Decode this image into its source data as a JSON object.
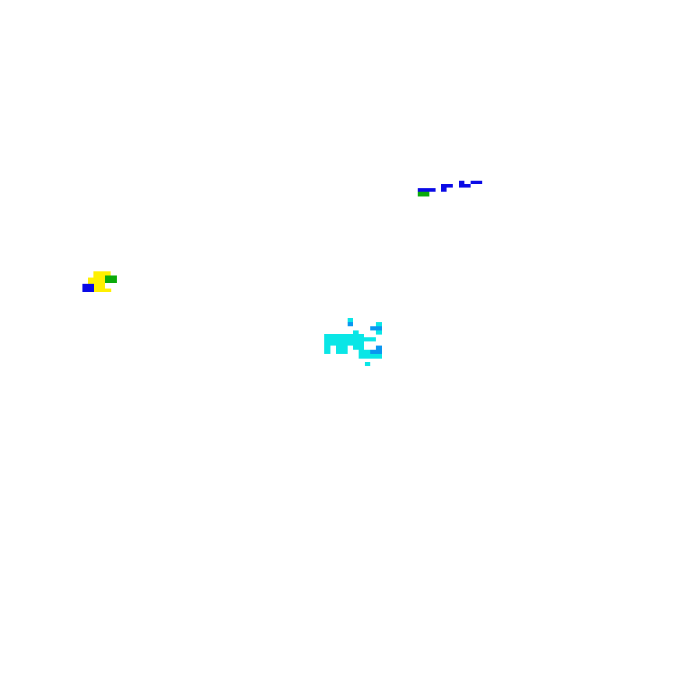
{
  "background_color": "#ffffff",
  "palette": {
    "blue": "#0a0ae6",
    "green": "#0aaa0a",
    "yellow": "#fff000",
    "cyan": "#0ae6e6",
    "azure": "#0a96f0"
  },
  "clusters": [
    {
      "name": "upper-right-blue-green-fragments",
      "colors": [
        "blue",
        "green"
      ]
    },
    {
      "name": "left-yellow-blue-green-blob",
      "colors": [
        "yellow",
        "blue",
        "green"
      ]
    },
    {
      "name": "center-cyan-azure-blob",
      "colors": [
        "cyan",
        "azure"
      ]
    }
  ]
}
